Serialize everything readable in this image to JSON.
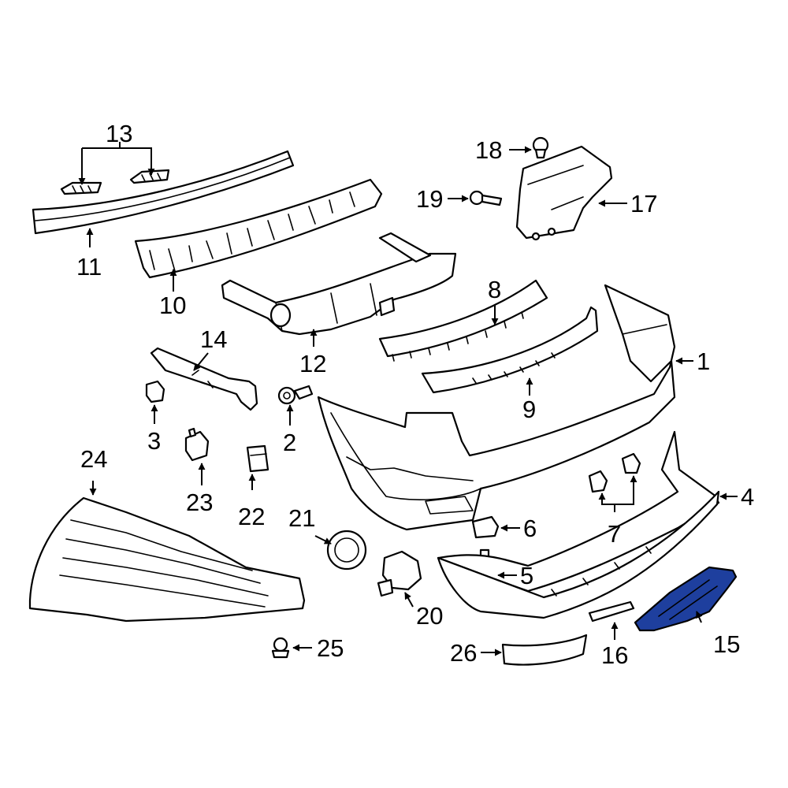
{
  "highlight_color": "#1e3f9e",
  "callouts": {
    "c1": "1",
    "c2": "2",
    "c3": "3",
    "c4": "4",
    "c5": "5",
    "c6": "6",
    "c7": "7",
    "c8": "8",
    "c9": "9",
    "c10": "10",
    "c11": "11",
    "c12": "12",
    "c13": "13",
    "c14": "14",
    "c15": "15",
    "c16": "16",
    "c17": "17",
    "c18": "18",
    "c19": "19",
    "c20": "20",
    "c21": "21",
    "c22": "22",
    "c23": "23",
    "c24": "24",
    "c25": "25",
    "c26": "26"
  }
}
